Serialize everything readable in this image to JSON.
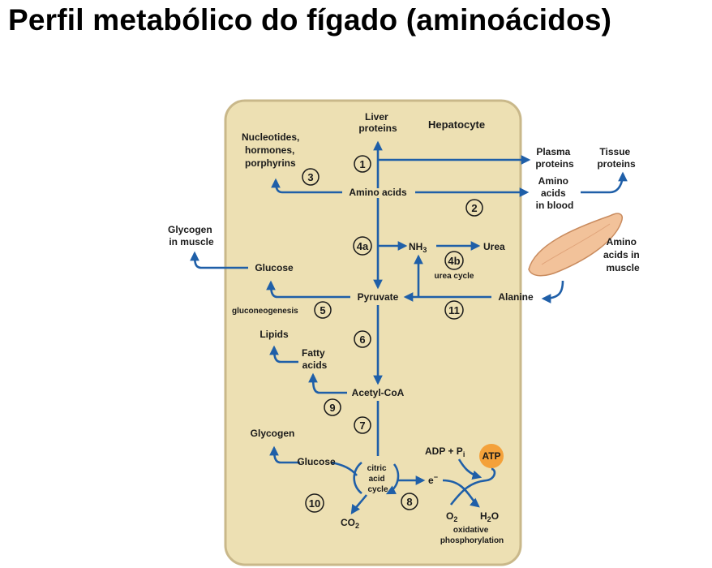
{
  "title": "Perfil metabólico do fígado (aminoácidos)",
  "colors": {
    "cell_fill": "#ede0b3",
    "cell_border": "#c9b88a",
    "arrow": "#1f5fa8",
    "atp": "#f4a13a",
    "muscle": "#f2c29a"
  },
  "diagram": {
    "hepatocyte": "Hepatocyte",
    "liver_proteins": [
      "Liver",
      "proteins"
    ],
    "nucleotides": [
      "Nucleotides,",
      "hormones,",
      "porphyrins"
    ],
    "plasma_proteins": [
      "Plasma",
      "proteins"
    ],
    "tissue_proteins": [
      "Tissue",
      "proteins"
    ],
    "amino_acids_blood": [
      "Amino",
      "acids",
      "in blood"
    ],
    "amino_acids": "Amino acids",
    "glycogen_muscle": [
      "Glycogen",
      "in muscle"
    ],
    "glucose": "Glucose",
    "nh3": "NH",
    "nh3_sub": "3",
    "urea": "Urea",
    "urea_cycle": "urea cycle",
    "amino_acids_muscle": [
      "Amino",
      "acids in",
      "muscle"
    ],
    "pyruvate": "Pyruvate",
    "alanine": "Alanine",
    "gluconeogenesis": "gluconeogenesis",
    "lipids": "Lipids",
    "fatty_acids": [
      "Fatty",
      "acids"
    ],
    "acetyl_coa": "Acetyl-CoA",
    "glycogen": "Glycogen",
    "glucose2": "Glucose",
    "citric_cycle": [
      "citric",
      "acid",
      "cycle"
    ],
    "electron": "e",
    "electron_sup": "−",
    "adp": "ADP + P",
    "adp_sub": "i",
    "atp": "ATP",
    "o2": "O",
    "o2_sub": "2",
    "h2o": "H",
    "h2o_sub": "2",
    "h2o_end": "O",
    "co2": "CO",
    "co2_sub": "2",
    "oxidative": [
      "oxidative",
      "phosphorylation"
    ],
    "steps": [
      "1",
      "2",
      "3",
      "4a",
      "4b",
      "5",
      "6",
      "7",
      "8",
      "9",
      "10",
      "11"
    ]
  }
}
